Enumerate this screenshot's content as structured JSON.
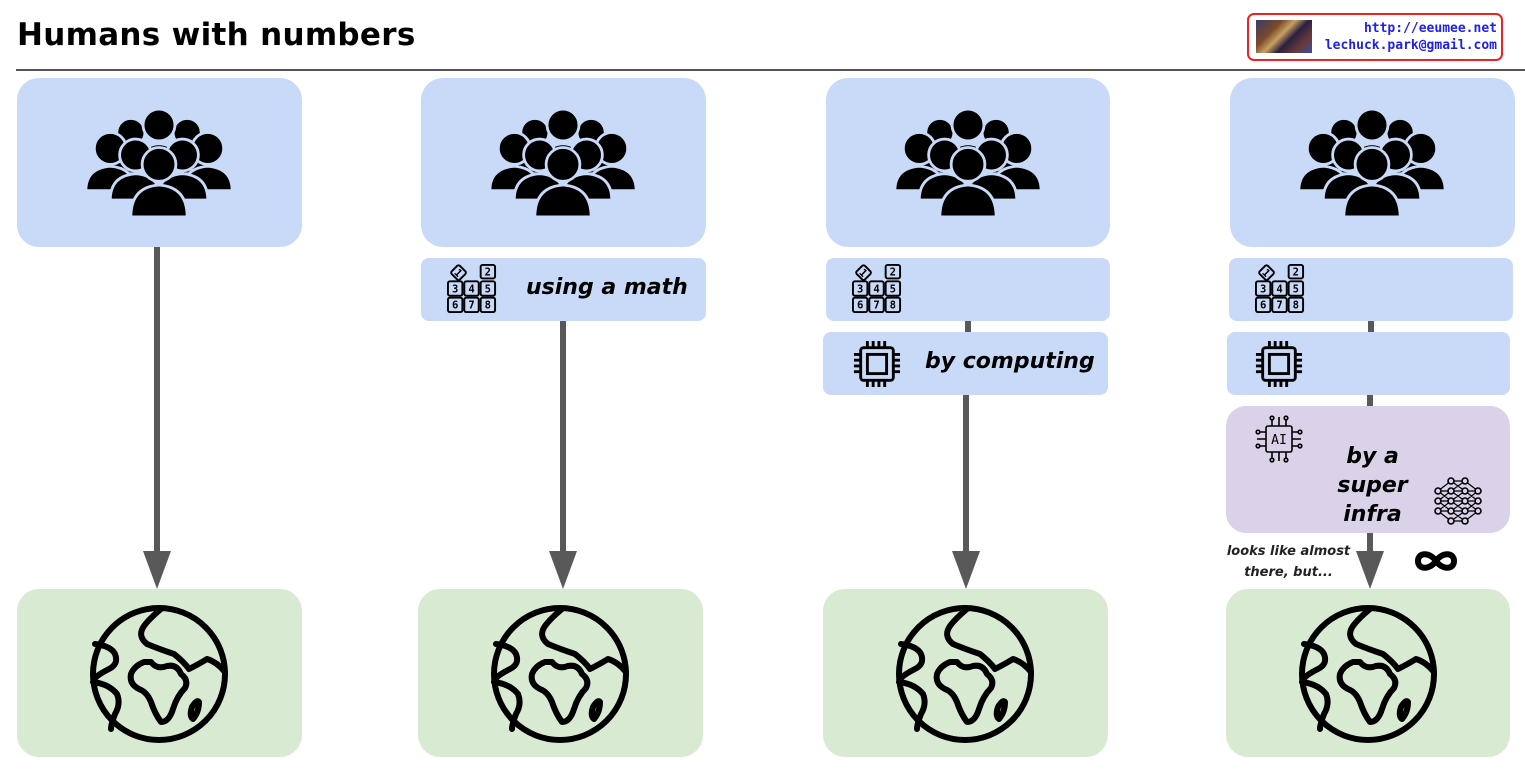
{
  "header": {
    "title": "Humans with numbers",
    "badge": {
      "url": "http://eeumee.net",
      "email": "lechuck.park@gmail.com"
    }
  },
  "colors": {
    "human_box": "#c9daf8",
    "earth_box": "#d9ead3",
    "ai_box": "#d9d2e9",
    "arrow": "#595959",
    "badge_border": "#ee2222",
    "badge_text": "#2020ee"
  },
  "columns": [
    {
      "top_icon": "people-group-icon",
      "bottom_icon": "earth-globe-icon",
      "layers": []
    },
    {
      "top_icon": "people-group-icon",
      "bottom_icon": "earth-globe-icon",
      "layers": [
        {
          "icon": "number-blocks-icon",
          "label": "using a math"
        }
      ]
    },
    {
      "top_icon": "people-group-icon",
      "bottom_icon": "earth-globe-icon",
      "layers": [
        {
          "icon": "number-blocks-icon",
          "label": ""
        },
        {
          "icon": "cpu-chip-icon",
          "label": "by computing"
        }
      ]
    },
    {
      "top_icon": "people-group-icon",
      "bottom_icon": "earth-globe-icon",
      "layers": [
        {
          "icon": "number-blocks-icon",
          "label": ""
        },
        {
          "icon": "cpu-chip-icon",
          "label": ""
        },
        {
          "icon": "ai-chip-icon",
          "label": "by a super infra",
          "extra_icon": "neural-network-icon"
        }
      ],
      "note": "looks like almost there, but...",
      "note_icon": "infinity-icon"
    }
  ]
}
